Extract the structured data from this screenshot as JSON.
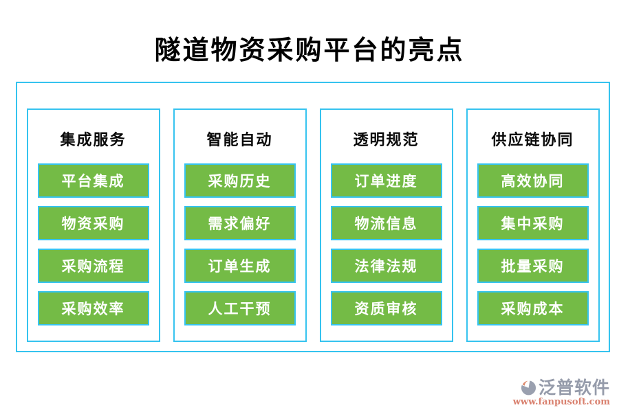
{
  "title": "隧道物资采购平台的亮点",
  "columns": [
    {
      "header": "集成服务",
      "items": [
        "平台集成",
        "物资采购",
        "采购流程",
        "采购效率"
      ]
    },
    {
      "header": "智能自动",
      "items": [
        "采购历史",
        "需求偏好",
        "订单生成",
        "人工干预"
      ]
    },
    {
      "header": "透明规范",
      "items": [
        "订单进度",
        "物流信息",
        "法律法规",
        "资质审核"
      ]
    },
    {
      "header": "供应链协同",
      "items": [
        "高效协同",
        "集中采购",
        "批量采购",
        "采购成本"
      ]
    }
  ],
  "footer": {
    "brand": "泛普软件",
    "url": "www.fanpusoft.com",
    "logo_icon": "fanpu-logo"
  },
  "colors": {
    "border_cyan": "#35C3EF",
    "tile_green": "#74BB46",
    "tile_text": "#FFFFFF",
    "title_text": "#000000",
    "brand_grey": "#959BAA",
    "brand_url_salmon": "#D9806E",
    "logo_salmon": "#DD8A6E",
    "logo_grey": "#9AA0AF"
  }
}
